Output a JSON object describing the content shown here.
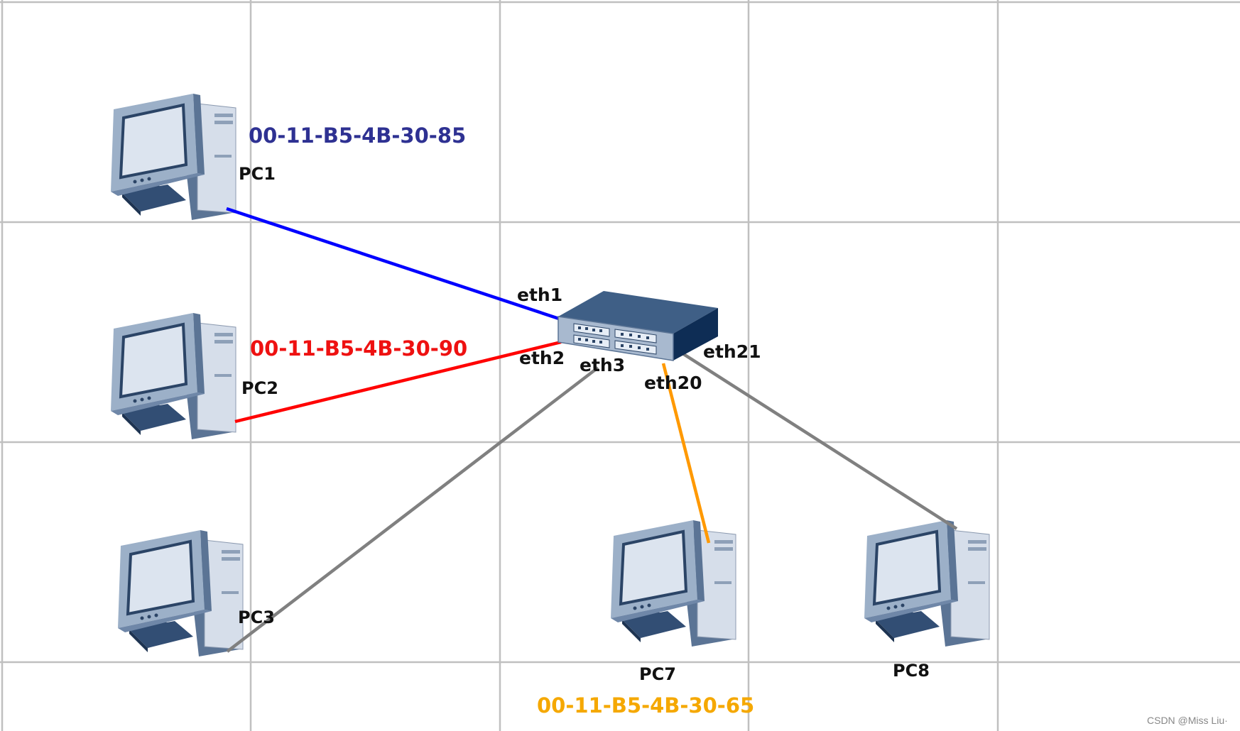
{
  "pcs": [
    {
      "id": "pc1",
      "label": "PC1"
    },
    {
      "id": "pc2",
      "label": "PC2"
    },
    {
      "id": "pc3",
      "label": "PC3"
    },
    {
      "id": "pc7",
      "label": "PC7"
    },
    {
      "id": "pc8",
      "label": "PC8"
    }
  ],
  "switch_ports": {
    "eth1": "eth1",
    "eth2": "eth2",
    "eth3": "eth3",
    "eth20": "eth20",
    "eth21": "eth21"
  },
  "mac_addresses": {
    "pc1": {
      "text": "00-11-B5-4B-30-85",
      "color": "#2e3192"
    },
    "pc2": {
      "text": "00-11-B5-4B-30-90",
      "color": "#ee1111"
    },
    "pc7": {
      "text": "00-11-B5-4B-30-65",
      "color": "#f5a800"
    }
  },
  "links": [
    {
      "from": "PC1",
      "to": "eth1",
      "color": "#0000ff"
    },
    {
      "from": "PC2",
      "to": "eth2",
      "color": "#ff0000"
    },
    {
      "from": "PC3",
      "to": "eth3",
      "color": "#808080"
    },
    {
      "from": "PC7",
      "to": "eth20",
      "color": "#ff9900"
    },
    {
      "from": "PC8",
      "to": "eth21",
      "color": "#808080"
    }
  ],
  "watermark": "CSDN @Miss Liu·"
}
